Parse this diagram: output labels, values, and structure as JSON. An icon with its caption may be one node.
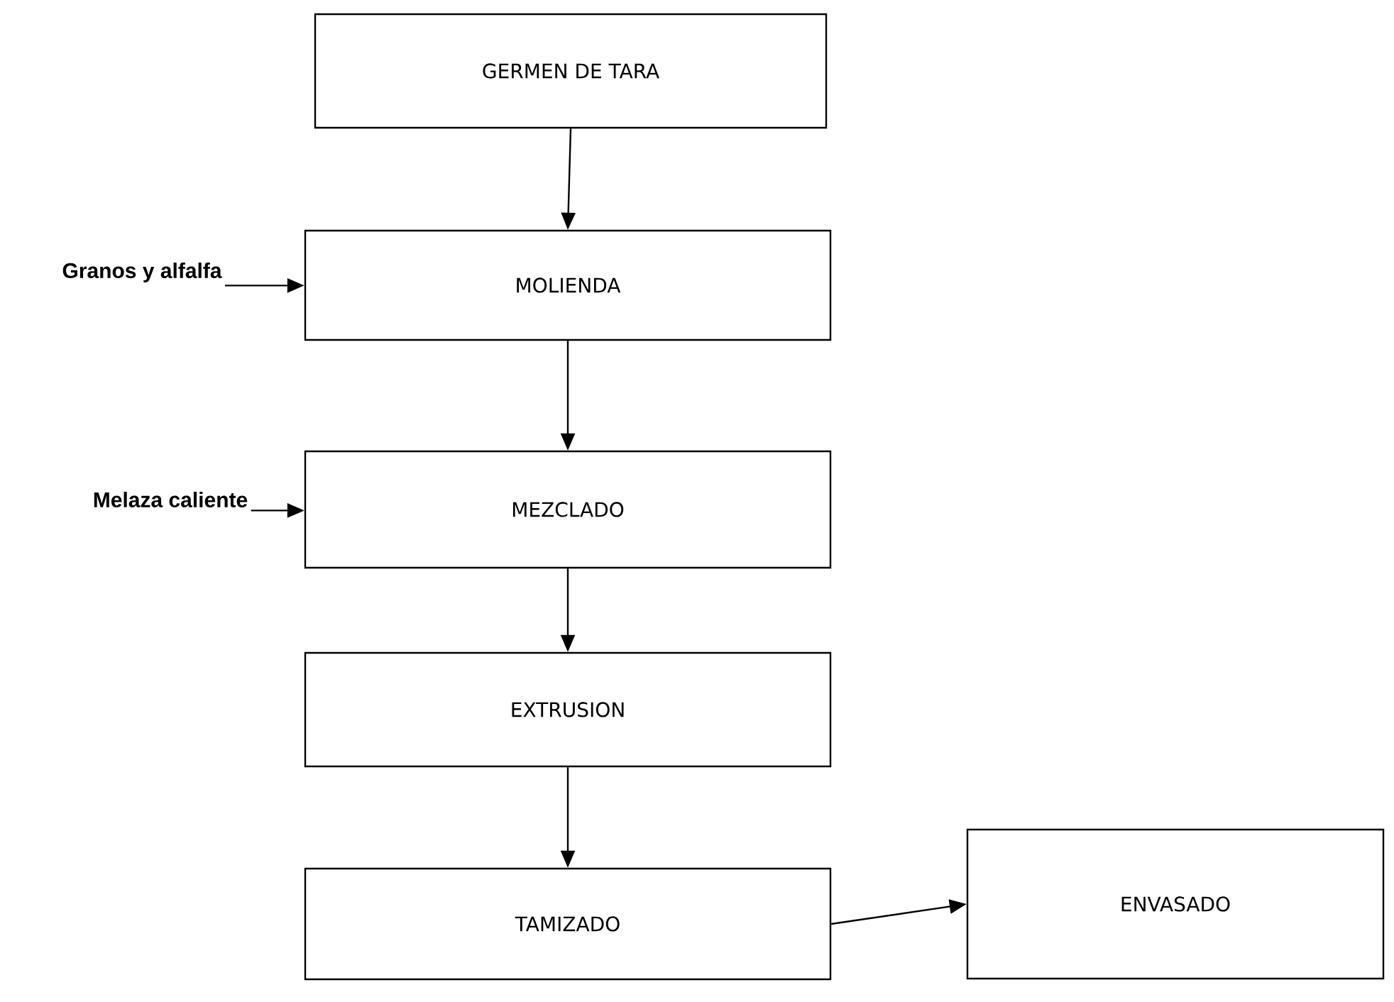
{
  "diagram": {
    "nodes": [
      {
        "text": [
          "GERMEN DE TARA"
        ]
      },
      {
        "text": [
          "MOLIENDA"
        ]
      },
      {
        "text": [
          "MEZCLADO"
        ]
      },
      {
        "text": [
          "EXTRUSION"
        ]
      },
      {
        "text": [
          "TAMIZADO"
        ]
      },
      {
        "text": [
          "ENVASADO"
        ]
      },
      {
        "text": [
          "Granos y alfalfa"
        ]
      },
      {
        "text": [
          "Melaza caliente"
        ]
      }
    ],
    "edges": [
      {
        "from": 0,
        "to": 1,
        "arrow": "to"
      },
      {
        "from": 1,
        "to": 2,
        "arrow": "to"
      },
      {
        "from": 2,
        "to": 3,
        "arrow": "to"
      },
      {
        "from": 3,
        "to": 4,
        "arrow": "to"
      },
      {
        "from": 4,
        "to": 5,
        "arrow": "to"
      },
      {
        "from": 6,
        "to": 1,
        "arrow": "to"
      },
      {
        "from": 7,
        "to": 2,
        "arrow": "to"
      }
    ]
  }
}
